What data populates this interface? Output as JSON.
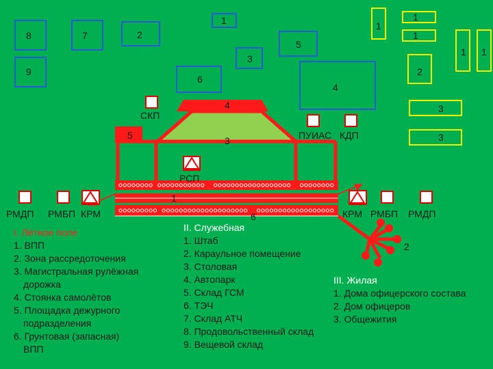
{
  "colors": {
    "background": "#00b050",
    "blue_frame": "#2a5bd7",
    "yellow_frame": "#f2f200",
    "red": "#ff1a1a",
    "green_fill": "#92d050",
    "heading_red": "#ff2020",
    "heading_white": "#ffffff"
  },
  "icons": {
    "triangle": "triangle-marker-icon",
    "square": "square-marker-icon",
    "arrow": "red-arrow-icon"
  },
  "blue_building_labels": {
    "b8": "8",
    "b7": "7",
    "b2": "2",
    "b1": "1",
    "b5": "5",
    "b3": "3",
    "b9": "9",
    "b6": "6",
    "b4": "4"
  },
  "yellow_building_labels": {
    "y1a": "1",
    "y1b": "1",
    "y1c": "1",
    "y1d": "1",
    "y1e": "1",
    "y2": "2",
    "y3a": "3",
    "y3b": "3"
  },
  "airfield_labels": {
    "skp": "СКП",
    "rsp": "РСП",
    "puias": "ПУИАС",
    "kdp": "КДП",
    "n4": "4",
    "n5": "5",
    "n3": "3",
    "n1": "1",
    "n6": "6",
    "n2": "2",
    "left_rmdp": "РМДП",
    "left_rmbp": "РМБП",
    "left_krm": "КРМ",
    "right_krm": "КРМ",
    "right_rmbp": "РМБП",
    "right_rmdp": "РМДП"
  },
  "legend_flight": {
    "heading": "I. Лётное поле",
    "items": [
      "1. ВПП",
      "2. Зона рассредоточения",
      "3. Магистральная рулёжная",
      "дорожка",
      "4. Стоянка самолётов",
      "5. Площадка дежурного",
      "подразделения",
      "6. Грунтовая (запасная)",
      "ВПП"
    ]
  },
  "legend_service": {
    "heading": "II. Служебная",
    "items": [
      "1. Штаб",
      "2. Караульное помещение",
      "3. Столовая",
      "4. Автопарк",
      "5. Склад ГСМ",
      "6. ТЭЧ",
      "7. Склад АТЧ",
      "8. Продовольственный склад",
      "9. Вещевой склад"
    ]
  },
  "legend_residential": {
    "heading": "III. Жилая",
    "items": [
      "1. Дома офицерского состава",
      "2. Дом офицеров",
      "3. Общежития"
    ]
  }
}
